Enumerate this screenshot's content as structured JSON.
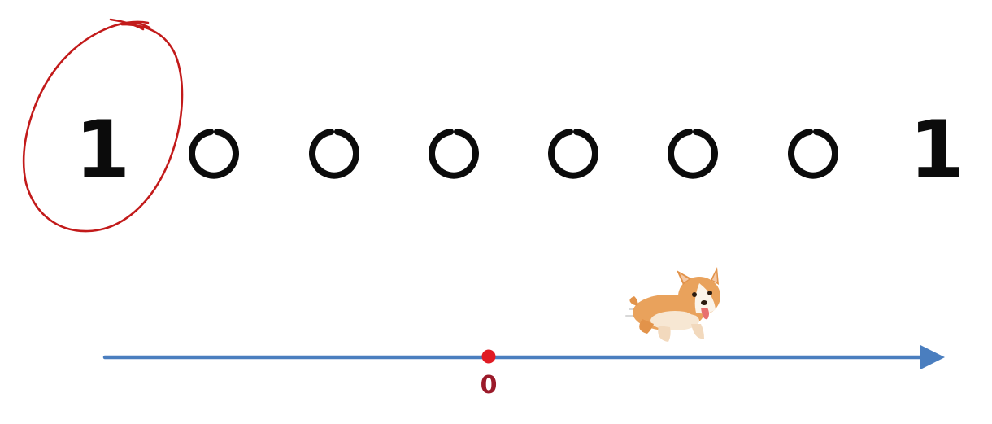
{
  "sequence": {
    "digits": [
      "1",
      "0",
      "0",
      "0",
      "0",
      "0",
      "0",
      "1"
    ],
    "highlighted_index": 0
  },
  "number_line": {
    "origin_label": "0",
    "axis_color": "#4a7ebf",
    "origin_color": "#e01b24"
  },
  "annotation": {
    "circle_color": "#c21a1a"
  },
  "mascot": {
    "icon": "corgi-dog-icon"
  }
}
